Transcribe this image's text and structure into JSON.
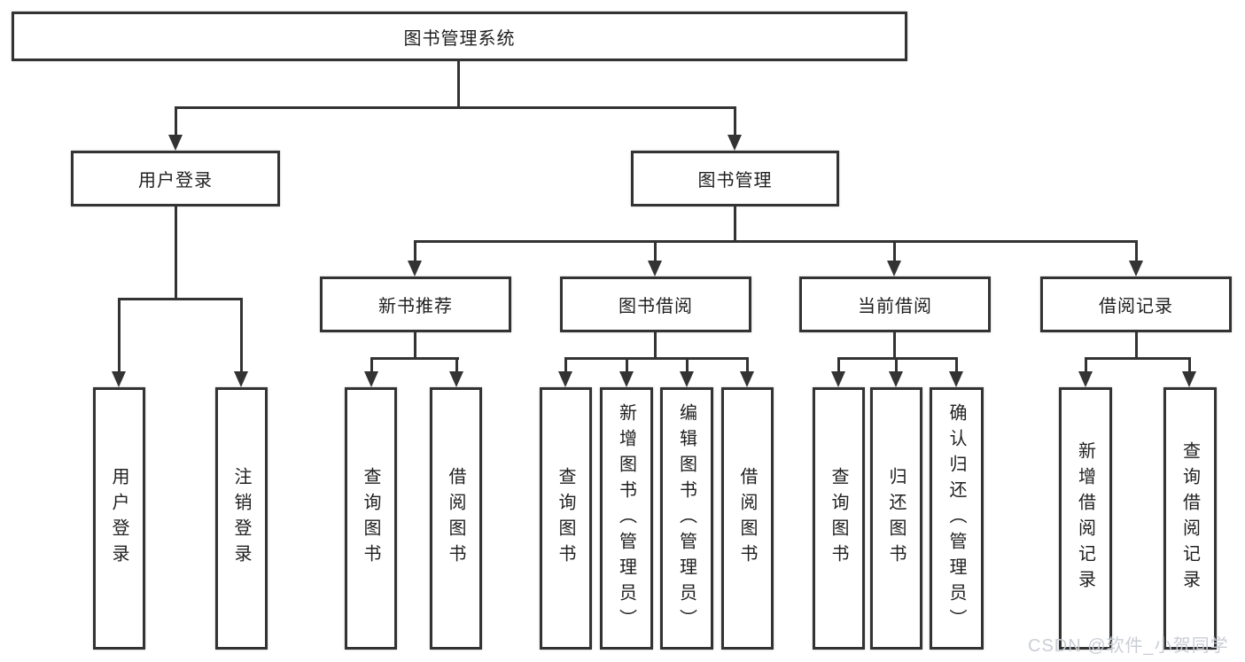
{
  "diagram": {
    "root": {
      "label": "图书管理系统"
    },
    "branches": [
      {
        "label": "用户登录",
        "leaves": [
          "用户登录",
          "注销登录"
        ]
      },
      {
        "label": "图书管理",
        "groups": [
          {
            "label": "新书推荐",
            "leaves": [
              "查询图书",
              "借阅图书"
            ]
          },
          {
            "label": "图书借阅",
            "leaves": [
              "查询图书",
              "新增图书（管理员）",
              "编辑图书（管理员）",
              "借阅图书"
            ]
          },
          {
            "label": "当前借阅",
            "leaves": [
              "查询图书",
              "归还图书",
              "确认归还（管理员）"
            ]
          },
          {
            "label": "借阅记录",
            "leaves": [
              "新增借阅记录",
              "查询借阅记录"
            ]
          }
        ]
      }
    ],
    "watermark": "CSDN @软件_小贺同学",
    "colors": {
      "line": "#333333",
      "text": "#1f1f1f",
      "background": "#ffffff",
      "watermark": "#c7cbd3"
    }
  }
}
